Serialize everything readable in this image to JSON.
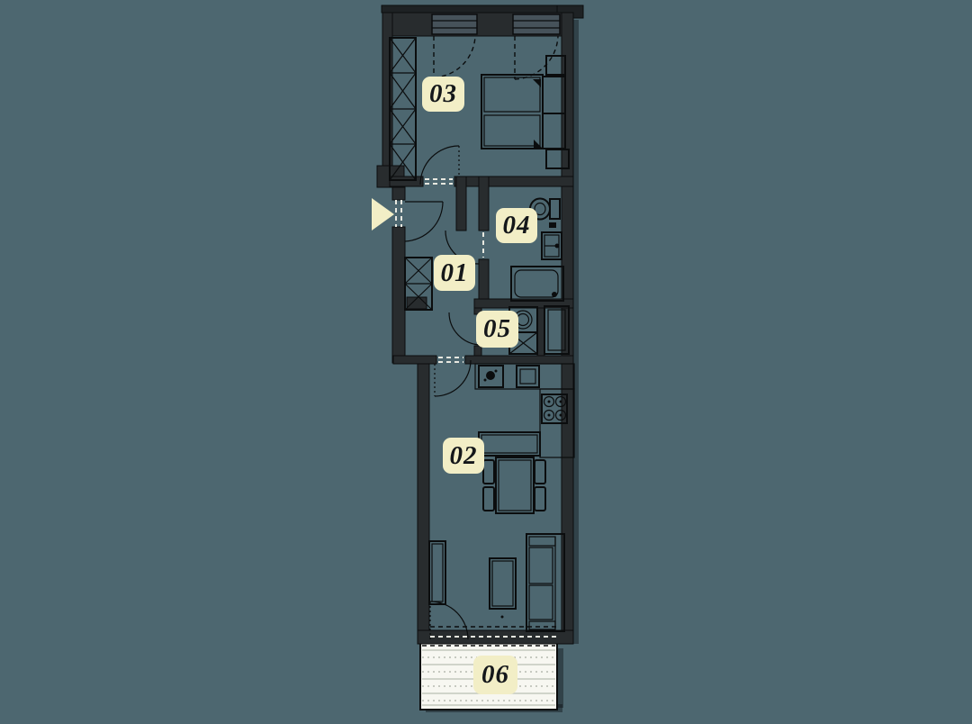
{
  "rooms": [
    {
      "id": "room-03",
      "label": "03"
    },
    {
      "id": "room-04",
      "label": "04"
    },
    {
      "id": "room-01",
      "label": "01"
    },
    {
      "id": "room-05",
      "label": "05"
    },
    {
      "id": "room-02",
      "label": "02"
    },
    {
      "id": "room-06",
      "label": "06"
    }
  ],
  "icons": {
    "entrance_arrow": "right-pointing triangle marking apartment entrance"
  },
  "theme": {
    "bg": "#4d6770",
    "wall": "#282c2e",
    "line": "#0b0d0e",
    "window_fill": "#46525a",
    "label_bg": "#f2eec6",
    "label_text": "#14171a",
    "balcony_bg": "#f7f7f1",
    "balcony_stripe": "#c4c8bd",
    "white_dash": "#e7e8e0"
  }
}
